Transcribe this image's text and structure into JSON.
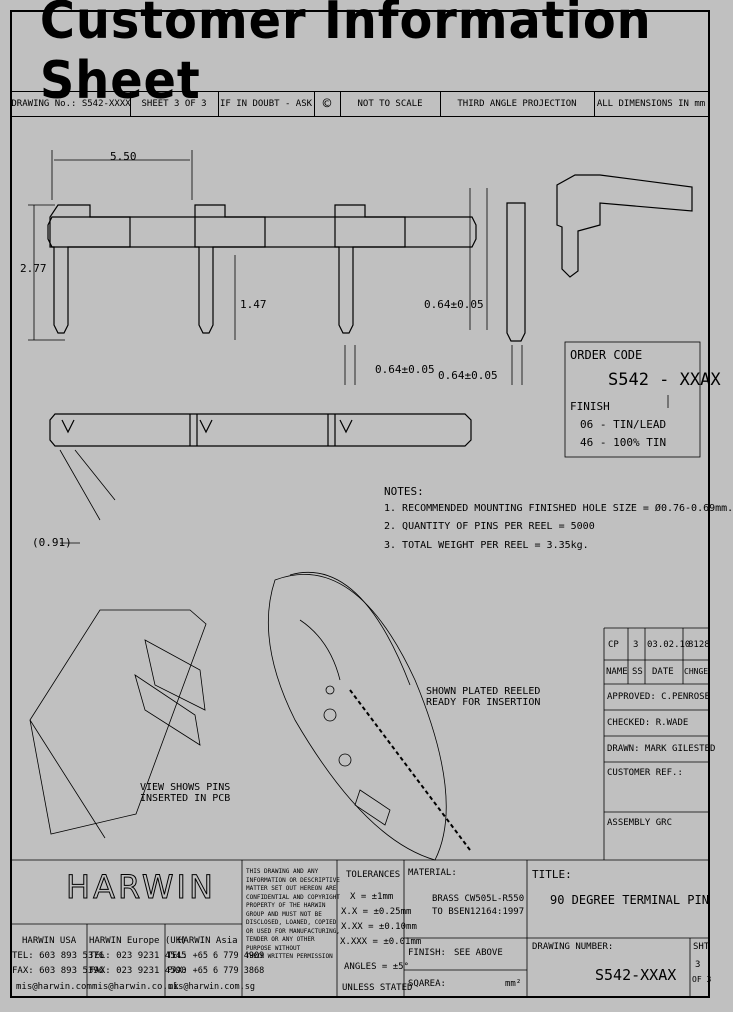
{
  "title": "Customer Information Sheet",
  "header": {
    "drawing_no": "DRAWING No.: S542-XXXX",
    "sheet": "SHEET 3 OF 3",
    "if_in_doubt": "IF IN DOUBT - ASK",
    "copyright": "©",
    "not_to_scale": "NOT TO SCALE",
    "projection": "THIRD ANGLE PROJECTION",
    "dimensions": "ALL DIMENSIONS IN mm"
  },
  "dimensions": {
    "pitch": "5.50",
    "height": "2.77",
    "leg": "1.47",
    "side_width": "0.64±0.05",
    "pin_width": "0.64±0.05",
    "end_width": "0.64±0.05",
    "chamfer": "(0.91)"
  },
  "order_code": {
    "heading": "ORDER CODE",
    "code": "S542 - XXAX",
    "finish_label": "FINISH",
    "option1": "06 - TIN/LEAD",
    "option2": "46 - 100% TIN"
  },
  "notes": {
    "heading": "NOTES:",
    "n1": "1. RECOMMENDED MOUNTING FINISHED HOLE SIZE = Ø0.76-0.69mm.",
    "n2": "2. QUANTITY OF PINS PER REEL = 5000",
    "n3": "3. TOTAL WEIGHT PER REEL = 3.35kg."
  },
  "captions": {
    "pcb": "VIEW SHOWS PINS\nINSERTED IN PCB",
    "reel": "SHOWN PLATED REELED\nREADY FOR INSERTION"
  },
  "revision": {
    "cp": "CP",
    "rev": "3",
    "date_val": "03.02.10",
    "num": "8128",
    "name": "NAME",
    "ss": "SS",
    "date_label": "DATE",
    "change": "CHNGE"
  },
  "approvals": {
    "approved": "APPROVED: C.PENROSE",
    "checked": "CHECKED:    R.WADE",
    "drawn": "DRAWN: MARK GILESTED",
    "customer_ref": "CUSTOMER REF.:",
    "assembly": "ASSEMBLY GRC"
  },
  "footer": {
    "logo": "HARWIN",
    "usa_title": "HARWIN USA",
    "usa_tel": "TEL: 603 893 5376",
    "usa_fax": "FAX: 603 893 5396",
    "usa_email": "mis@harwin.com",
    "eu_title": "HARWIN Europe (UK)",
    "eu_tel": "TEL: 023 9231 4545",
    "eu_fax": "FAX: 023 9231 4590",
    "eu_email": "mis@harwin.co.uk",
    "asia_title": "HARWIN Asia",
    "asia_tel": "TEL: +65 6 779 4909",
    "asia_fax": "FAX: +65 6 779 3868",
    "asia_email": "mis@harwin.com.sg",
    "legal": "THIS DRAWING AND ANY\nINFORMATION OR DESCRIPTIVE\nMATTER SET OUT HEREON ARE\nCONFIDENTIAL AND COPYRIGHT\nPROPERTY OF THE HARWIN\nGROUP AND MUST NOT BE\nDISCLOSED, LOANED, COPIED\nOR USED FOR MANUFACTURING,\nTENDER OR ANY OTHER\nPURPOSE WITHOUT\nTHEIR WRITTEN PERMISSION",
    "tol_title": "TOLERANCES",
    "tol1": "X  = ±1mm",
    "tol2": "X.X  = ±0.25mm",
    "tol3": "X.XX  = ±0.10mm",
    "tol4": "X.XXX = ±0.01mm",
    "angles": "ANGLES = ±5°",
    "unless": "UNLESS STATED",
    "material_label": "MATERIAL:",
    "material": "BRASS CW505L-R550\nTO BSEN12164:1997",
    "finish_label": "FINISH:",
    "finish": "SEE ABOVE",
    "sqarea_label": "SQAREA:",
    "sqarea_unit": "mm²",
    "title_label": "TITLE:",
    "title": "90 DEGREE TERMINAL PIN",
    "drawing_label": "DRAWING NUMBER:",
    "drawing_no": "S542-XXAX",
    "sht_label": "SHT",
    "sht": "3",
    "of": "OF 3"
  }
}
